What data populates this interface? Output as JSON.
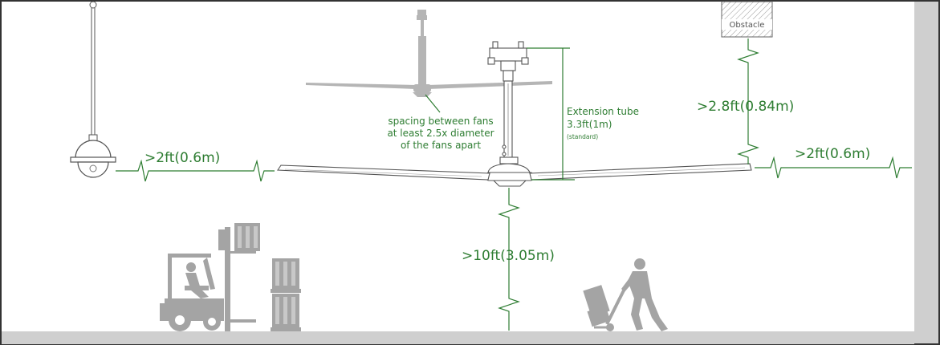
{
  "labels": {
    "camera_clearance": ">2ft(0.6m)",
    "wall_clearance": ">2ft(0.6m)",
    "obstacle_clearance": ">2.8ft(0.84m)",
    "floor_clearance": ">10ft(3.05m)",
    "obstacle": "Obstacle",
    "spacing_line1": "spacing between fans",
    "spacing_line2": "at least 2.5x diameter",
    "spacing_line3": "of the fans apart",
    "extension_title": "Extension tube",
    "extension_value": "3.3ft(1m)",
    "extension_note": "(standard)"
  },
  "colors": {
    "accent": "#2e7d32",
    "frame": "#333333",
    "silhouette": "#a4a4a4",
    "floor": "#cfcfcf"
  },
  "icons": [
    "dome-camera-icon",
    "forklift-icon",
    "pallet-stack-icon",
    "worker-hand-truck-icon",
    "ceiling-fan-icon",
    "obstacle-icon"
  ]
}
